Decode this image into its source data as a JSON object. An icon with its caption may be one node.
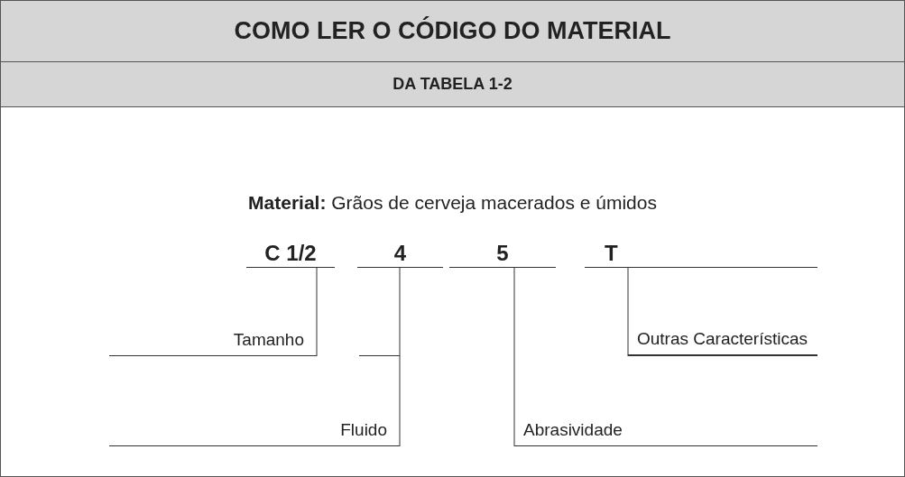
{
  "diagram": {
    "title": "COMO LER O CÓDIGO DO MATERIAL",
    "nodes": [
      {
        "text": [
          "C 1/2"
        ]
      },
      {
        "text": [
          "4"
        ]
      },
      {
        "text": [
          "5"
        ]
      },
      {
        "text": [
          "T"
        ]
      },
      {
        "text": [
          "Tamanho"
        ]
      },
      {
        "text": [
          "Fluido"
        ]
      },
      {
        "text": [
          "Abrasividade"
        ]
      },
      {
        "text": [
          "Outras Características"
        ]
      }
    ],
    "edges": [
      {
        "from": 0,
        "to": 4,
        "arrow": "none"
      },
      {
        "from": 1,
        "to": 5,
        "arrow": "none"
      },
      {
        "from": 2,
        "to": 6,
        "arrow": "none"
      },
      {
        "from": 3,
        "to": 7,
        "arrow": "none"
      }
    ],
    "labels": [
      "DA TABELA 1-2",
      "**Material:** Grãos de cerveja macerados e úmidos"
    ]
  }
}
